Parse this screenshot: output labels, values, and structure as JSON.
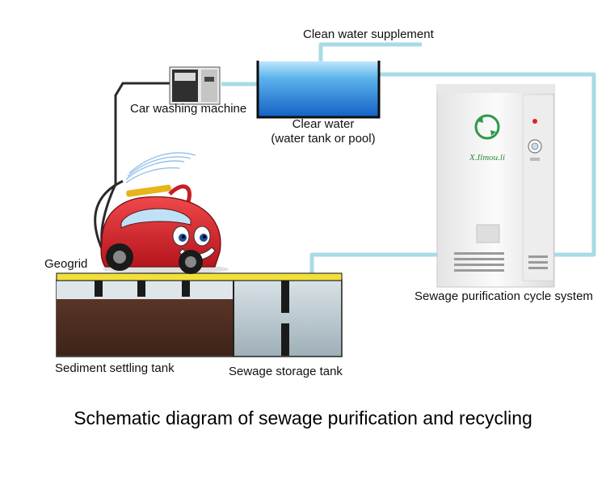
{
  "labels": {
    "clean_water_supplement": "Clean water supplement",
    "car_washing_machine": "Car washing machine",
    "clear_water": "Clear water",
    "clear_water_sub": "(water tank or pool)",
    "geogrid": "Geogrid",
    "sediment_settling_tank": "Sediment settling tank",
    "sewage_storage_tank": "Sewage storage tank",
    "sewage_purification_cycle_system": "Sewage purification cycle system"
  },
  "caption": "Schematic diagram of sewage purification and recycling",
  "colors": {
    "pipe": "#a9dbe6",
    "water": "#1e7fd6",
    "geogrid": "#f2e03a",
    "sediment": "#4a2a1e",
    "car_body": "#d8262c",
    "cabinet": "#f1f1f1"
  },
  "icons": {
    "car_washing_machine": "car-wash-machine-icon",
    "car": "cartoon-car-icon",
    "purification_unit": "purification-cabinet-icon",
    "logo": "recycle-logo-icon"
  }
}
